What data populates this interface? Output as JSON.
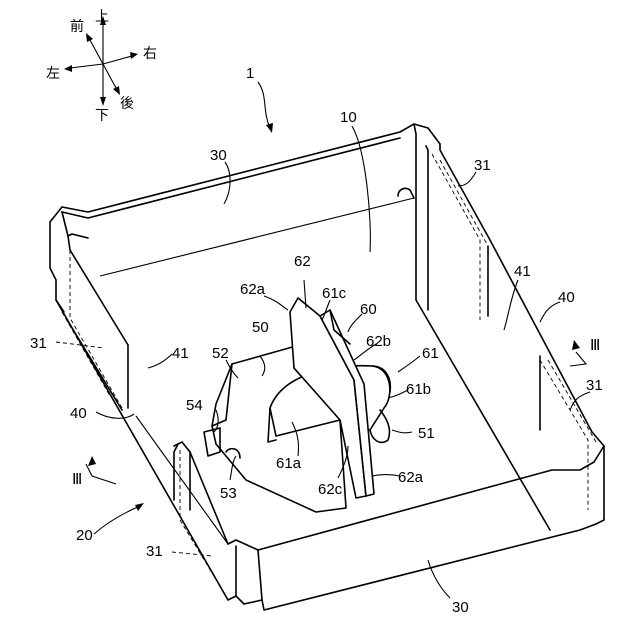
{
  "directions": {
    "front": "前",
    "up": "上",
    "right": "右",
    "left": "左",
    "down": "下",
    "rear": "後"
  },
  "labels": {
    "assembly": "1",
    "bottom_panel": "10",
    "box": "20",
    "wall_back": "30",
    "wall_front": "30",
    "flap_tr": "31",
    "flap_l": "31",
    "flap_r": "31",
    "flap_bl": "31",
    "side_left_inner": "41",
    "side_right_inner": "41",
    "side_left": "40",
    "side_right": "40",
    "tray": "50",
    "tray_edge_52": "52",
    "tray_edge_53": "53",
    "tray_tab_54": "54",
    "cutout_51": "51",
    "divider": "60",
    "divider_part_61": "61",
    "divider_61a": "61a",
    "divider_61b": "61b",
    "divider_61c": "61c",
    "partition_62": "62",
    "partition_62a_top": "62a",
    "partition_62a_bottom": "62a",
    "partition_62b": "62b",
    "partition_62c": "62c",
    "section_left": "Ⅲ",
    "section_right": "Ⅲ"
  }
}
